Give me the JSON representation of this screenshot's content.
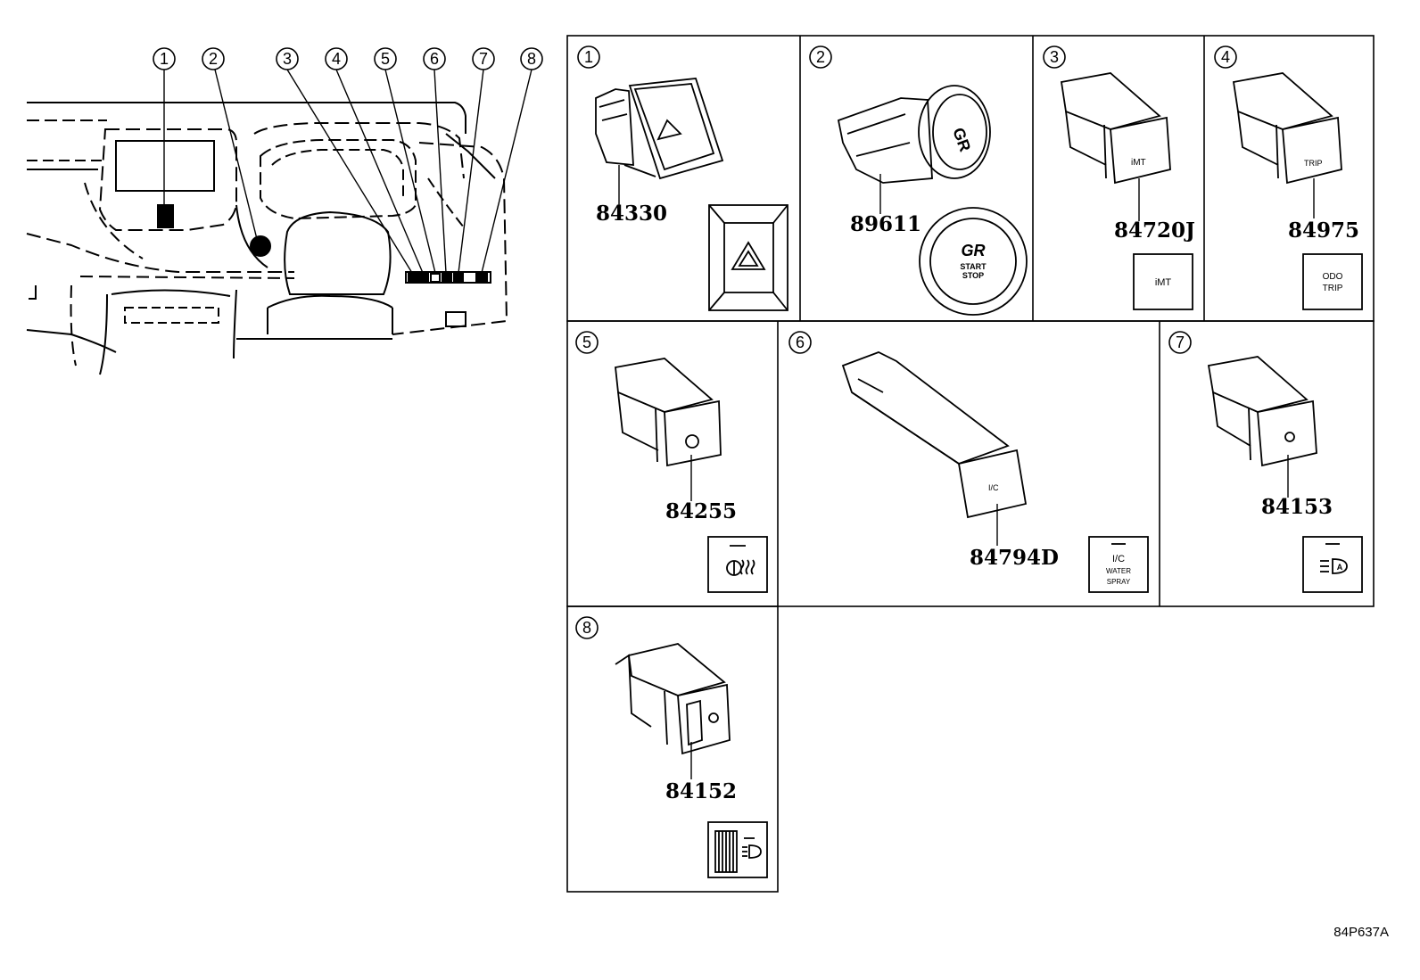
{
  "callout_numbers": [
    "1",
    "2",
    "3",
    "4",
    "5",
    "6",
    "7",
    "8"
  ],
  "panels": [
    {
      "num": "1",
      "part": "84330",
      "symbol": "hazard-icon"
    },
    {
      "num": "2",
      "part": "89611",
      "symbol": "start-stop-icon",
      "symbol_text": [
        "START",
        "STOP"
      ],
      "logo": "GR"
    },
    {
      "num": "3",
      "part": "84720J",
      "symbol": "imt-label",
      "symbol_text": [
        "iMT"
      ]
    },
    {
      "num": "4",
      "part": "84975",
      "symbol": "odo-trip-label",
      "symbol_text": [
        "ODO",
        "TRIP"
      ]
    },
    {
      "num": "5",
      "part": "84255",
      "symbol": "steering-heater-icon"
    },
    {
      "num": "6",
      "part": "84794D",
      "symbol": "ic-water-spray-label",
      "symbol_text": [
        "I/C",
        "WATER",
        "SPRAY"
      ]
    },
    {
      "num": "7",
      "part": "84153",
      "symbol": "auto-headlight-icon"
    },
    {
      "num": "8",
      "part": "84152",
      "symbol": "headlight-leveling-icon"
    }
  ],
  "reference_code": "84P637A"
}
